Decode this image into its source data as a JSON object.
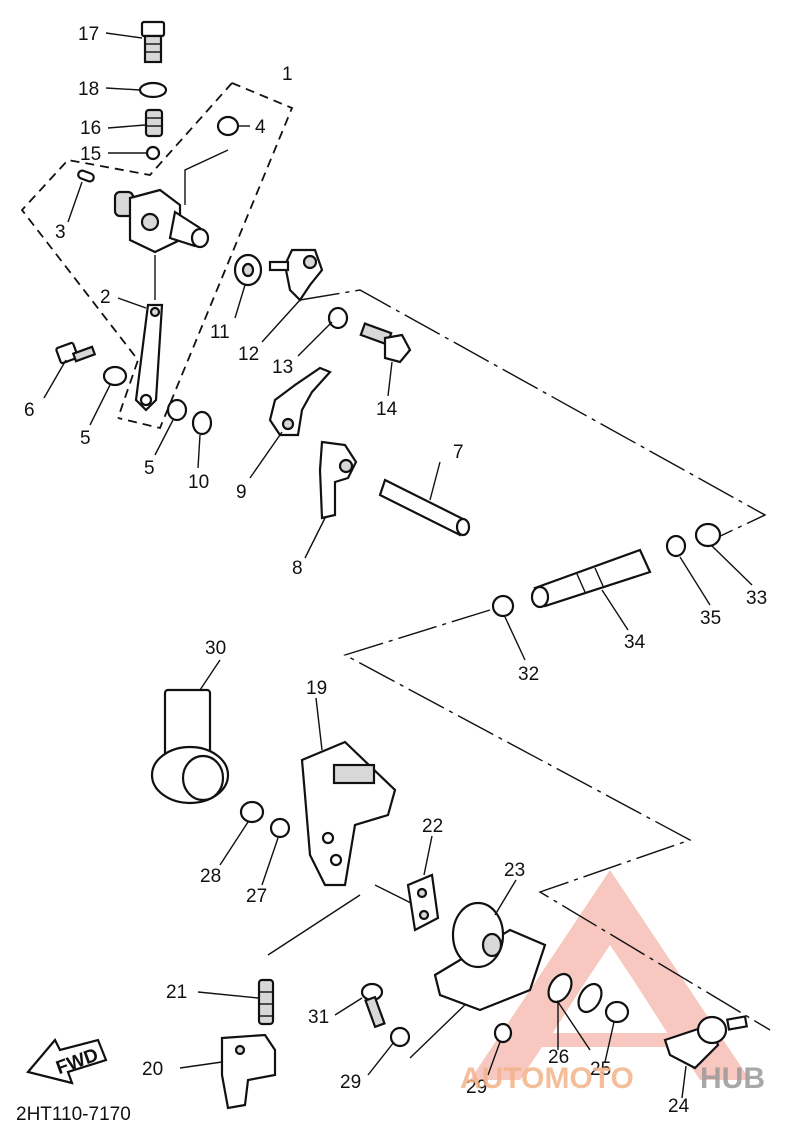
{
  "diagram": {
    "code": "2HT110-7170",
    "fwd": "FWD",
    "callouts": [
      {
        "id": "17",
        "text": "17"
      },
      {
        "id": "18",
        "text": "18"
      },
      {
        "id": "16",
        "text": "16"
      },
      {
        "id": "15",
        "text": "15"
      },
      {
        "id": "1",
        "text": "1"
      },
      {
        "id": "4",
        "text": "4"
      },
      {
        "id": "3",
        "text": "3"
      },
      {
        "id": "2",
        "text": "2"
      },
      {
        "id": "11",
        "text": "11"
      },
      {
        "id": "12",
        "text": "12"
      },
      {
        "id": "13",
        "text": "13"
      },
      {
        "id": "14",
        "text": "14"
      },
      {
        "id": "6",
        "text": "6"
      },
      {
        "id": "5a",
        "text": "5"
      },
      {
        "id": "5b",
        "text": "5"
      },
      {
        "id": "10",
        "text": "10"
      },
      {
        "id": "9",
        "text": "9"
      },
      {
        "id": "7",
        "text": "7"
      },
      {
        "id": "8",
        "text": "8"
      },
      {
        "id": "33",
        "text": "33"
      },
      {
        "id": "35",
        "text": "35"
      },
      {
        "id": "34",
        "text": "34"
      },
      {
        "id": "32",
        "text": "32"
      },
      {
        "id": "30",
        "text": "30"
      },
      {
        "id": "19",
        "text": "19"
      },
      {
        "id": "22",
        "text": "22"
      },
      {
        "id": "23",
        "text": "23"
      },
      {
        "id": "28",
        "text": "28"
      },
      {
        "id": "27",
        "text": "27"
      },
      {
        "id": "21",
        "text": "21"
      },
      {
        "id": "31",
        "text": "31"
      },
      {
        "id": "20",
        "text": "20"
      },
      {
        "id": "29a",
        "text": "29"
      },
      {
        "id": "29b",
        "text": "29"
      },
      {
        "id": "26",
        "text": "26"
      },
      {
        "id": "25",
        "text": "25"
      },
      {
        "id": "24",
        "text": "24"
      }
    ]
  },
  "watermark": {
    "part1": "AUTOMOTO",
    "part2": "HUB",
    "color_light": "#f4b38a",
    "color_red": "#e8504a",
    "color_gray": "#9a9a9a"
  }
}
